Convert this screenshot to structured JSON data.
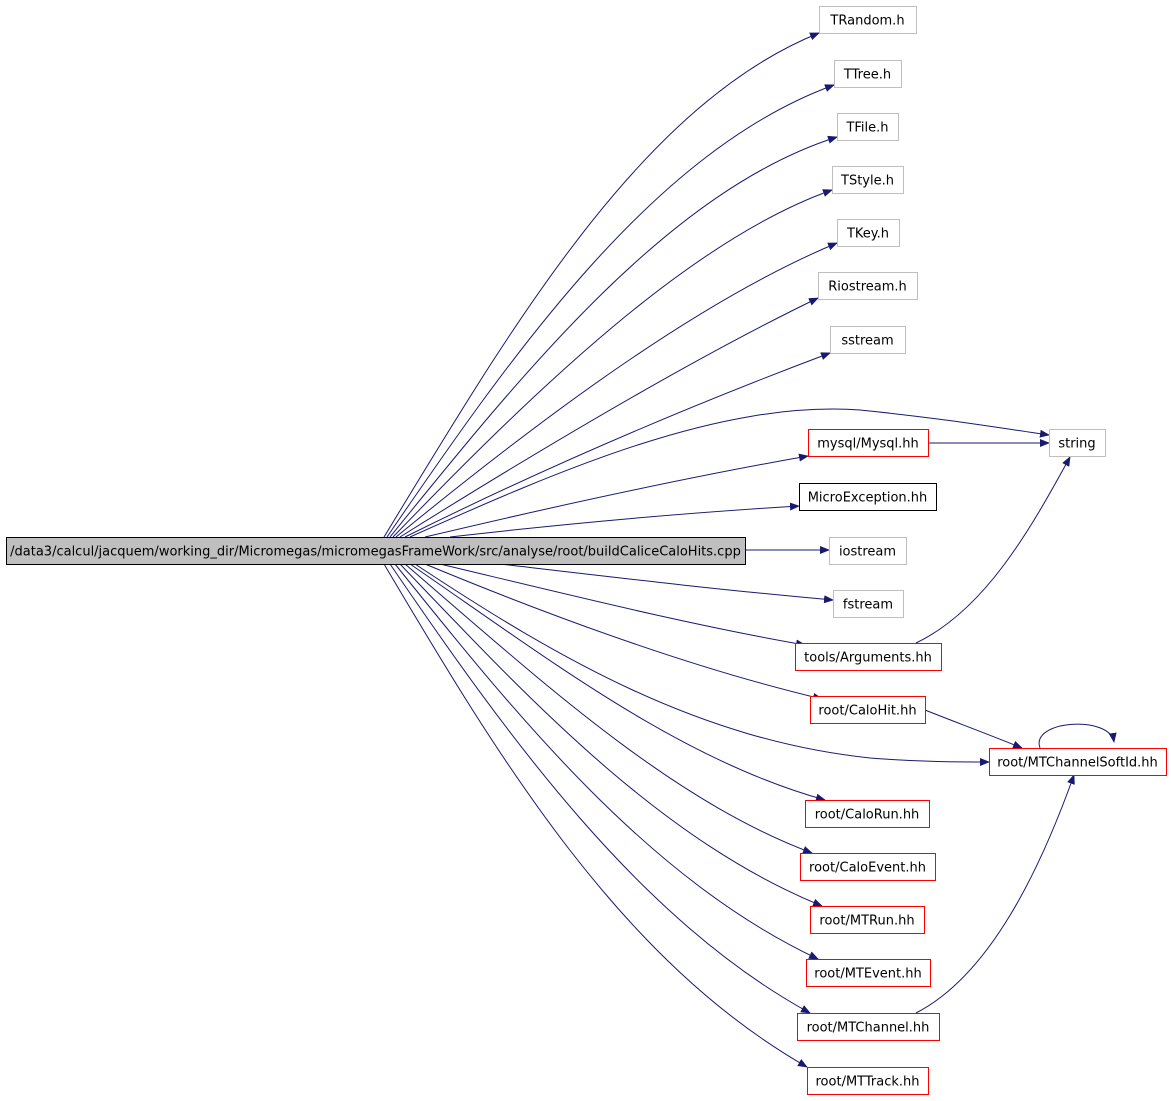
{
  "colors": {
    "edge": "#191970",
    "source_fill": "#bfbfbf",
    "source_border": "#000000",
    "documented_border": "#ff0000",
    "external_border": "#bfbfbf",
    "plain_border": "#000000",
    "node_fill": "#ffffff"
  },
  "source": {
    "label": "/data3/calcul/jacquem/working_dir/Micromegas/micromegasFrameWork/src/analyse/root/buildCaliceCaloHits.cpp"
  },
  "includes": [
    {
      "id": "trandom",
      "label": "TRandom.h",
      "kind": "external"
    },
    {
      "id": "ttree",
      "label": "TTree.h",
      "kind": "external"
    },
    {
      "id": "tfile",
      "label": "TFile.h",
      "kind": "external"
    },
    {
      "id": "tstyle",
      "label": "TStyle.h",
      "kind": "external"
    },
    {
      "id": "tkey",
      "label": "TKey.h",
      "kind": "external"
    },
    {
      "id": "riostream",
      "label": "Riostream.h",
      "kind": "external"
    },
    {
      "id": "sstream",
      "label": "sstream",
      "kind": "external"
    },
    {
      "id": "string",
      "label": "string",
      "kind": "external"
    },
    {
      "id": "mysql",
      "label": "mysql/Mysql.hh",
      "kind": "documented"
    },
    {
      "id": "microexception",
      "label": "MicroException.hh",
      "kind": "plain"
    },
    {
      "id": "iostream",
      "label": "iostream",
      "kind": "external"
    },
    {
      "id": "fstream",
      "label": "fstream",
      "kind": "external"
    },
    {
      "id": "arguments",
      "label": "tools/Arguments.hh",
      "kind": "documented"
    },
    {
      "id": "calohit",
      "label": "root/CaloHit.hh",
      "kind": "documented"
    },
    {
      "id": "mtchannelsoftid",
      "label": "root/MTChannelSoftId.hh",
      "kind": "documented"
    },
    {
      "id": "calorun",
      "label": "root/CaloRun.hh",
      "kind": "documented"
    },
    {
      "id": "caloevent",
      "label": "root/CaloEvent.hh",
      "kind": "documented"
    },
    {
      "id": "mtrun",
      "label": "root/MTRun.hh",
      "kind": "documented"
    },
    {
      "id": "mtevent",
      "label": "root/MTEvent.hh",
      "kind": "documented"
    },
    {
      "id": "mtchannel",
      "label": "root/MTChannel.hh",
      "kind": "documented"
    },
    {
      "id": "mttrack",
      "label": "root/MTTrack.hh",
      "kind": "documented"
    }
  ],
  "edges": [
    {
      "from": "source",
      "to": "trandom"
    },
    {
      "from": "source",
      "to": "ttree"
    },
    {
      "from": "source",
      "to": "tfile"
    },
    {
      "from": "source",
      "to": "tstyle"
    },
    {
      "from": "source",
      "to": "tkey"
    },
    {
      "from": "source",
      "to": "riostream"
    },
    {
      "from": "source",
      "to": "sstream"
    },
    {
      "from": "source",
      "to": "string"
    },
    {
      "from": "source",
      "to": "mysql"
    },
    {
      "from": "source",
      "to": "microexception"
    },
    {
      "from": "source",
      "to": "iostream"
    },
    {
      "from": "source",
      "to": "fstream"
    },
    {
      "from": "source",
      "to": "arguments"
    },
    {
      "from": "source",
      "to": "calohit"
    },
    {
      "from": "source",
      "to": "mtchannelsoftid"
    },
    {
      "from": "source",
      "to": "calorun"
    },
    {
      "from": "source",
      "to": "caloevent"
    },
    {
      "from": "source",
      "to": "mtrun"
    },
    {
      "from": "source",
      "to": "mtevent"
    },
    {
      "from": "source",
      "to": "mtchannel"
    },
    {
      "from": "source",
      "to": "mttrack"
    },
    {
      "from": "mysql",
      "to": "string"
    },
    {
      "from": "arguments",
      "to": "string"
    },
    {
      "from": "calohit",
      "to": "mtchannelsoftid"
    },
    {
      "from": "mtchannel",
      "to": "mtchannelsoftid"
    },
    {
      "from": "mtchannelsoftid",
      "to": "mtchannelsoftid"
    }
  ]
}
